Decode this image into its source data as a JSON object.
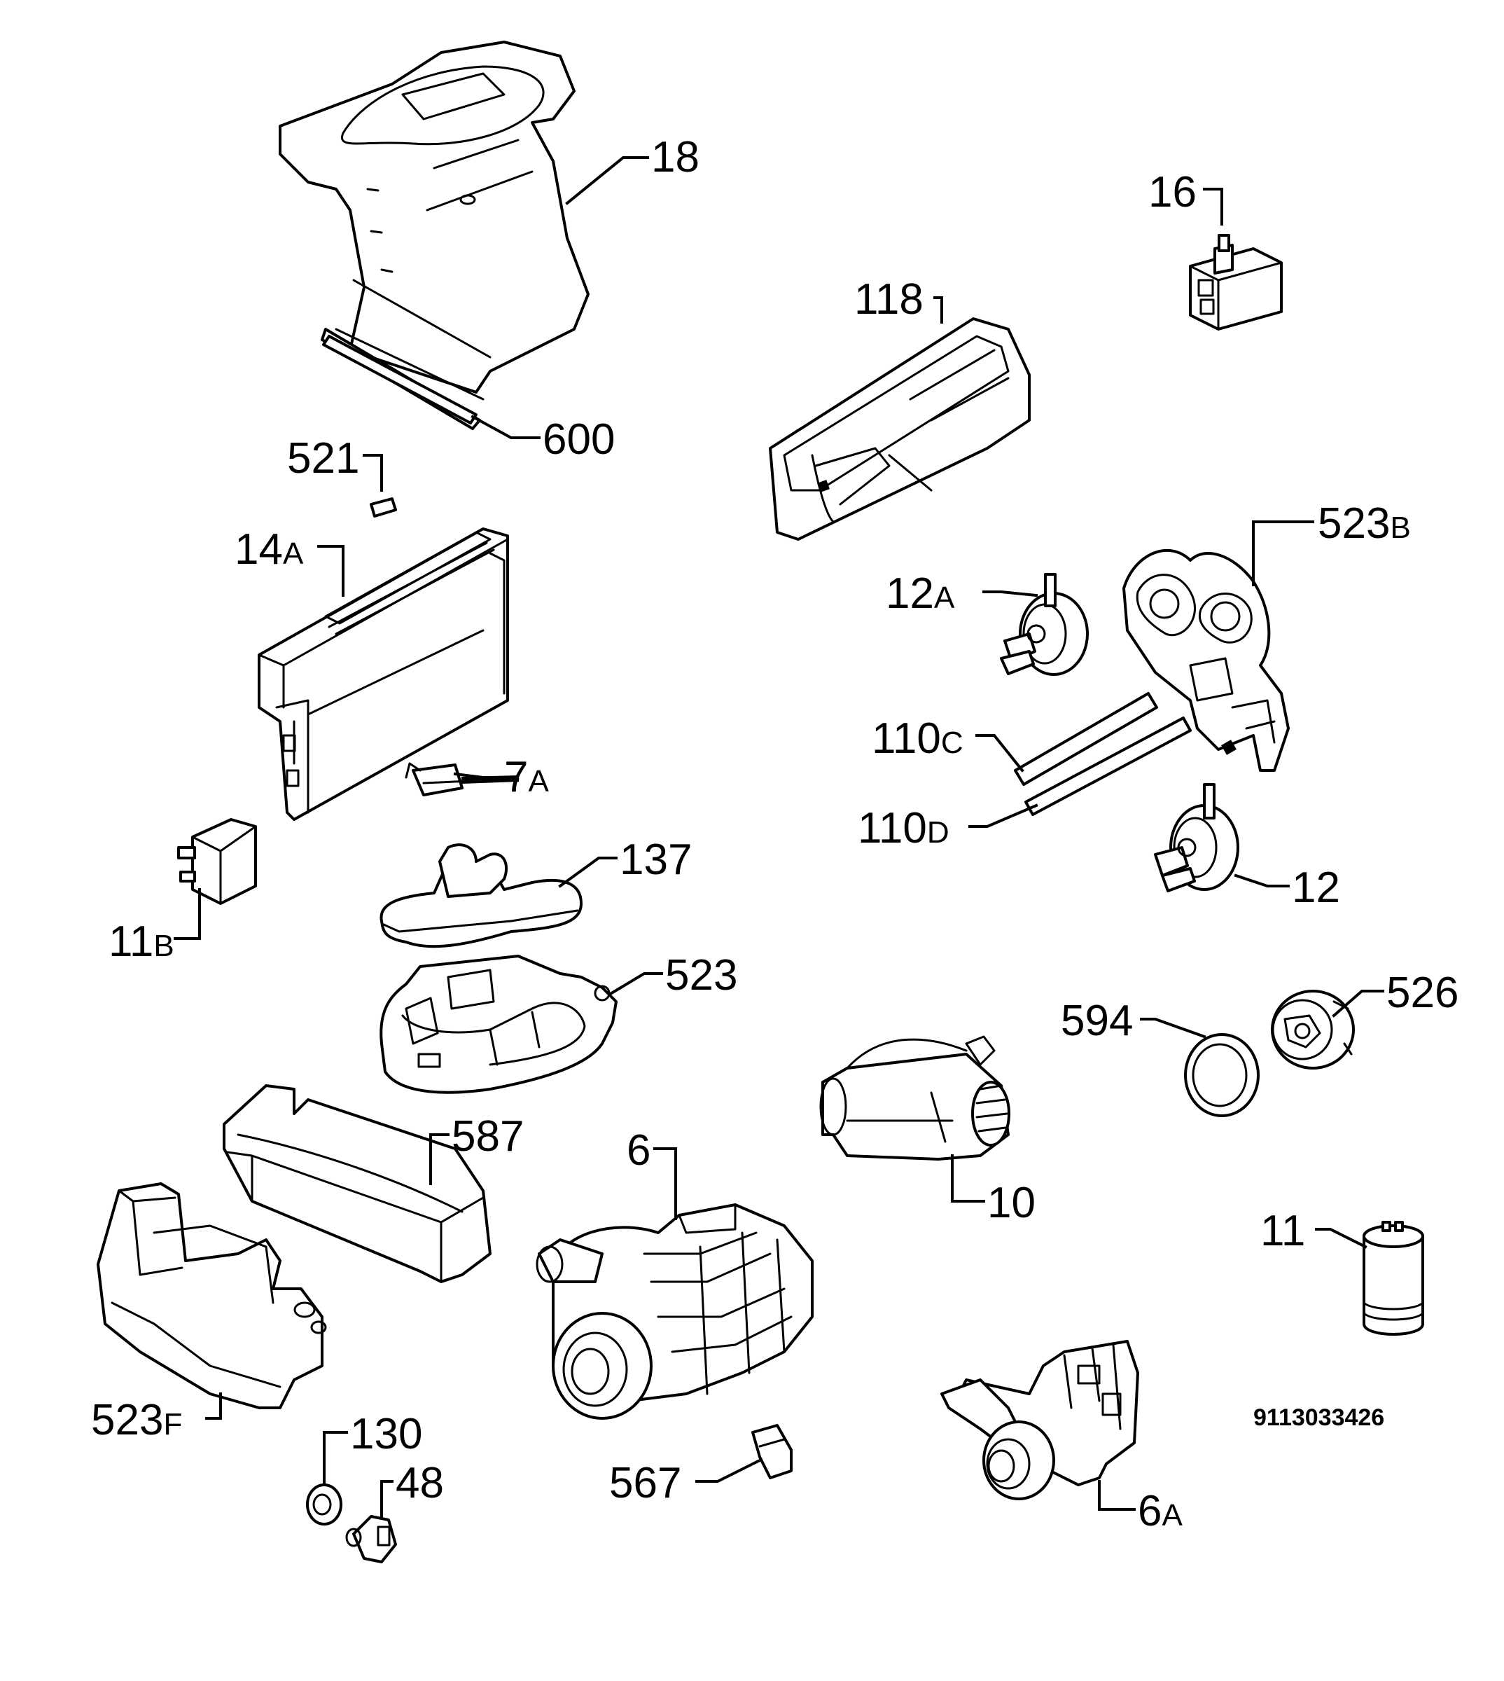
{
  "diagram": {
    "labels": [
      {
        "id": "18",
        "main": "18",
        "suffix": ""
      },
      {
        "id": "600",
        "main": "600",
        "suffix": ""
      },
      {
        "id": "16",
        "main": "16",
        "suffix": ""
      },
      {
        "id": "118",
        "main": "118",
        "suffix": ""
      },
      {
        "id": "521",
        "main": "521",
        "suffix": ""
      },
      {
        "id": "14A",
        "main": "14",
        "suffix": "A"
      },
      {
        "id": "523B",
        "main": "523",
        "suffix": "B"
      },
      {
        "id": "12A",
        "main": "12",
        "suffix": "A"
      },
      {
        "id": "7A",
        "main": "7",
        "suffix": "A"
      },
      {
        "id": "110C",
        "main": "110",
        "suffix": "C"
      },
      {
        "id": "110D",
        "main": "110",
        "suffix": "D"
      },
      {
        "id": "137",
        "main": "137",
        "suffix": ""
      },
      {
        "id": "11B",
        "main": "11",
        "suffix": "B"
      },
      {
        "id": "12",
        "main": "12",
        "suffix": ""
      },
      {
        "id": "523",
        "main": "523",
        "suffix": ""
      },
      {
        "id": "526",
        "main": "526",
        "suffix": ""
      },
      {
        "id": "594",
        "main": "594",
        "suffix": ""
      },
      {
        "id": "587",
        "main": "587",
        "suffix": ""
      },
      {
        "id": "6",
        "main": "6",
        "suffix": ""
      },
      {
        "id": "10",
        "main": "10",
        "suffix": ""
      },
      {
        "id": "11",
        "main": "11",
        "suffix": ""
      },
      {
        "id": "523F",
        "main": "523",
        "suffix": "F"
      },
      {
        "id": "130",
        "main": "130",
        "suffix": ""
      },
      {
        "id": "48",
        "main": "48",
        "suffix": ""
      },
      {
        "id": "567",
        "main": "567",
        "suffix": ""
      },
      {
        "id": "6A",
        "main": "6",
        "suffix": "A"
      }
    ],
    "document_number": "9113033426"
  }
}
